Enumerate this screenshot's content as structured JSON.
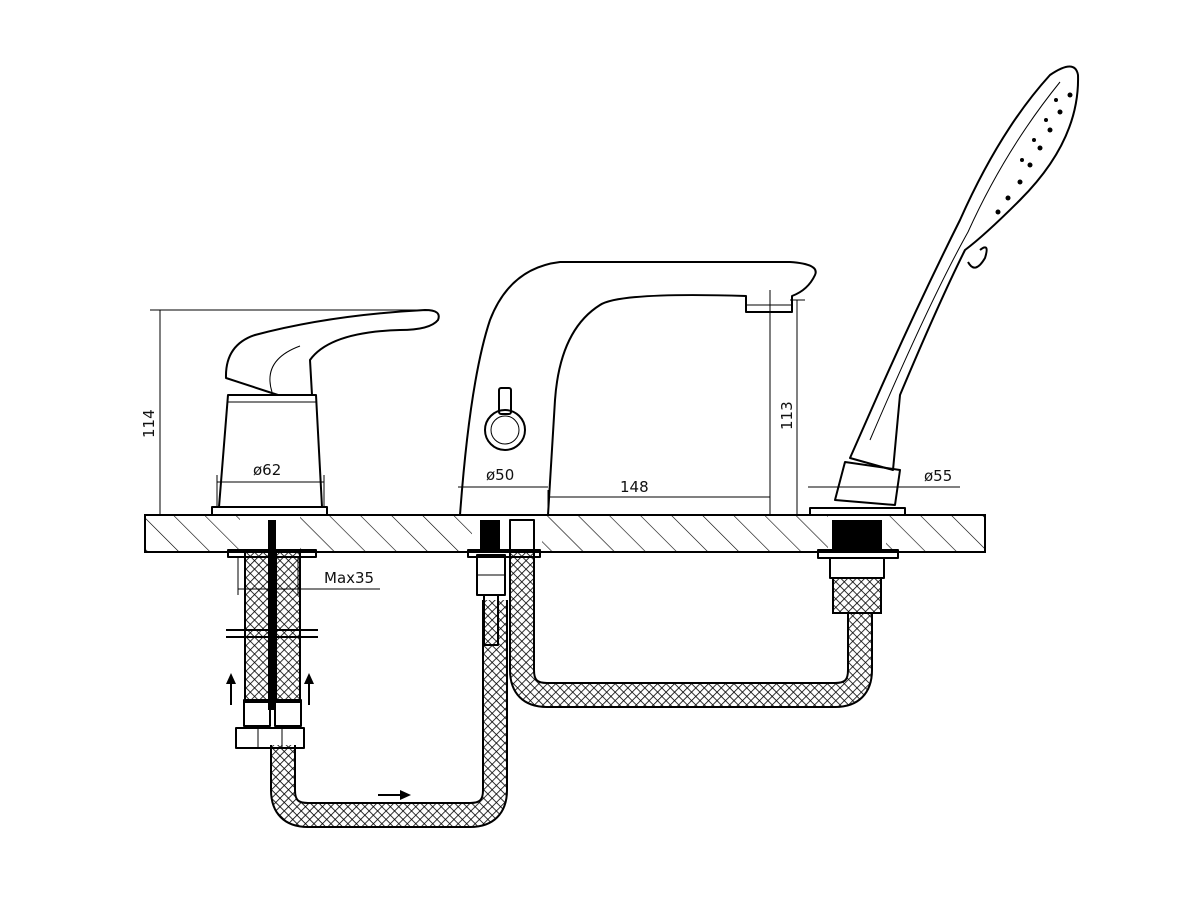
{
  "drawing": {
    "dimensions": {
      "lever_height": "114",
      "lever_base_diameter": "ø62",
      "spout_base_diameter": "ø50",
      "spout_reach": "148",
      "spout_height": "113",
      "shower_base_diameter": "ø55",
      "max_deck_thickness": "Max35"
    },
    "line_color": "#000000",
    "background_color": "#ffffff"
  }
}
